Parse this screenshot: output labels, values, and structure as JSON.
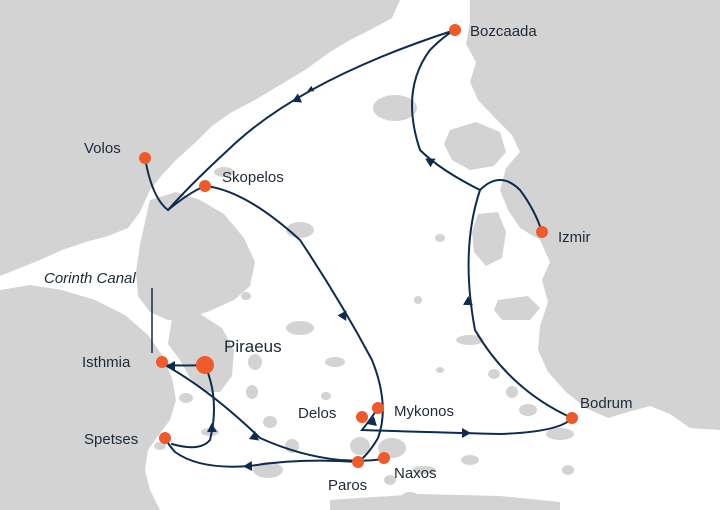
{
  "colors": {
    "land": "#d3d3d3",
    "sea": "#ffffff",
    "route": "#0e2c4f",
    "port": "#ee5a29",
    "text": "#1d2a3a"
  },
  "ports": {
    "bozcaada": "Bozcaada",
    "volos": "Volos",
    "skopelos": "Skopelos",
    "izmir": "Izmir",
    "corinth": "Corinth Canal",
    "isthmia": "Isthmia",
    "piraeus": "Piraeus",
    "delos": "Delos",
    "mykonos": "Mykonos",
    "bodrum": "Bodrum",
    "spetses": "Spetses",
    "paros": "Paros",
    "naxos": "Naxos"
  }
}
